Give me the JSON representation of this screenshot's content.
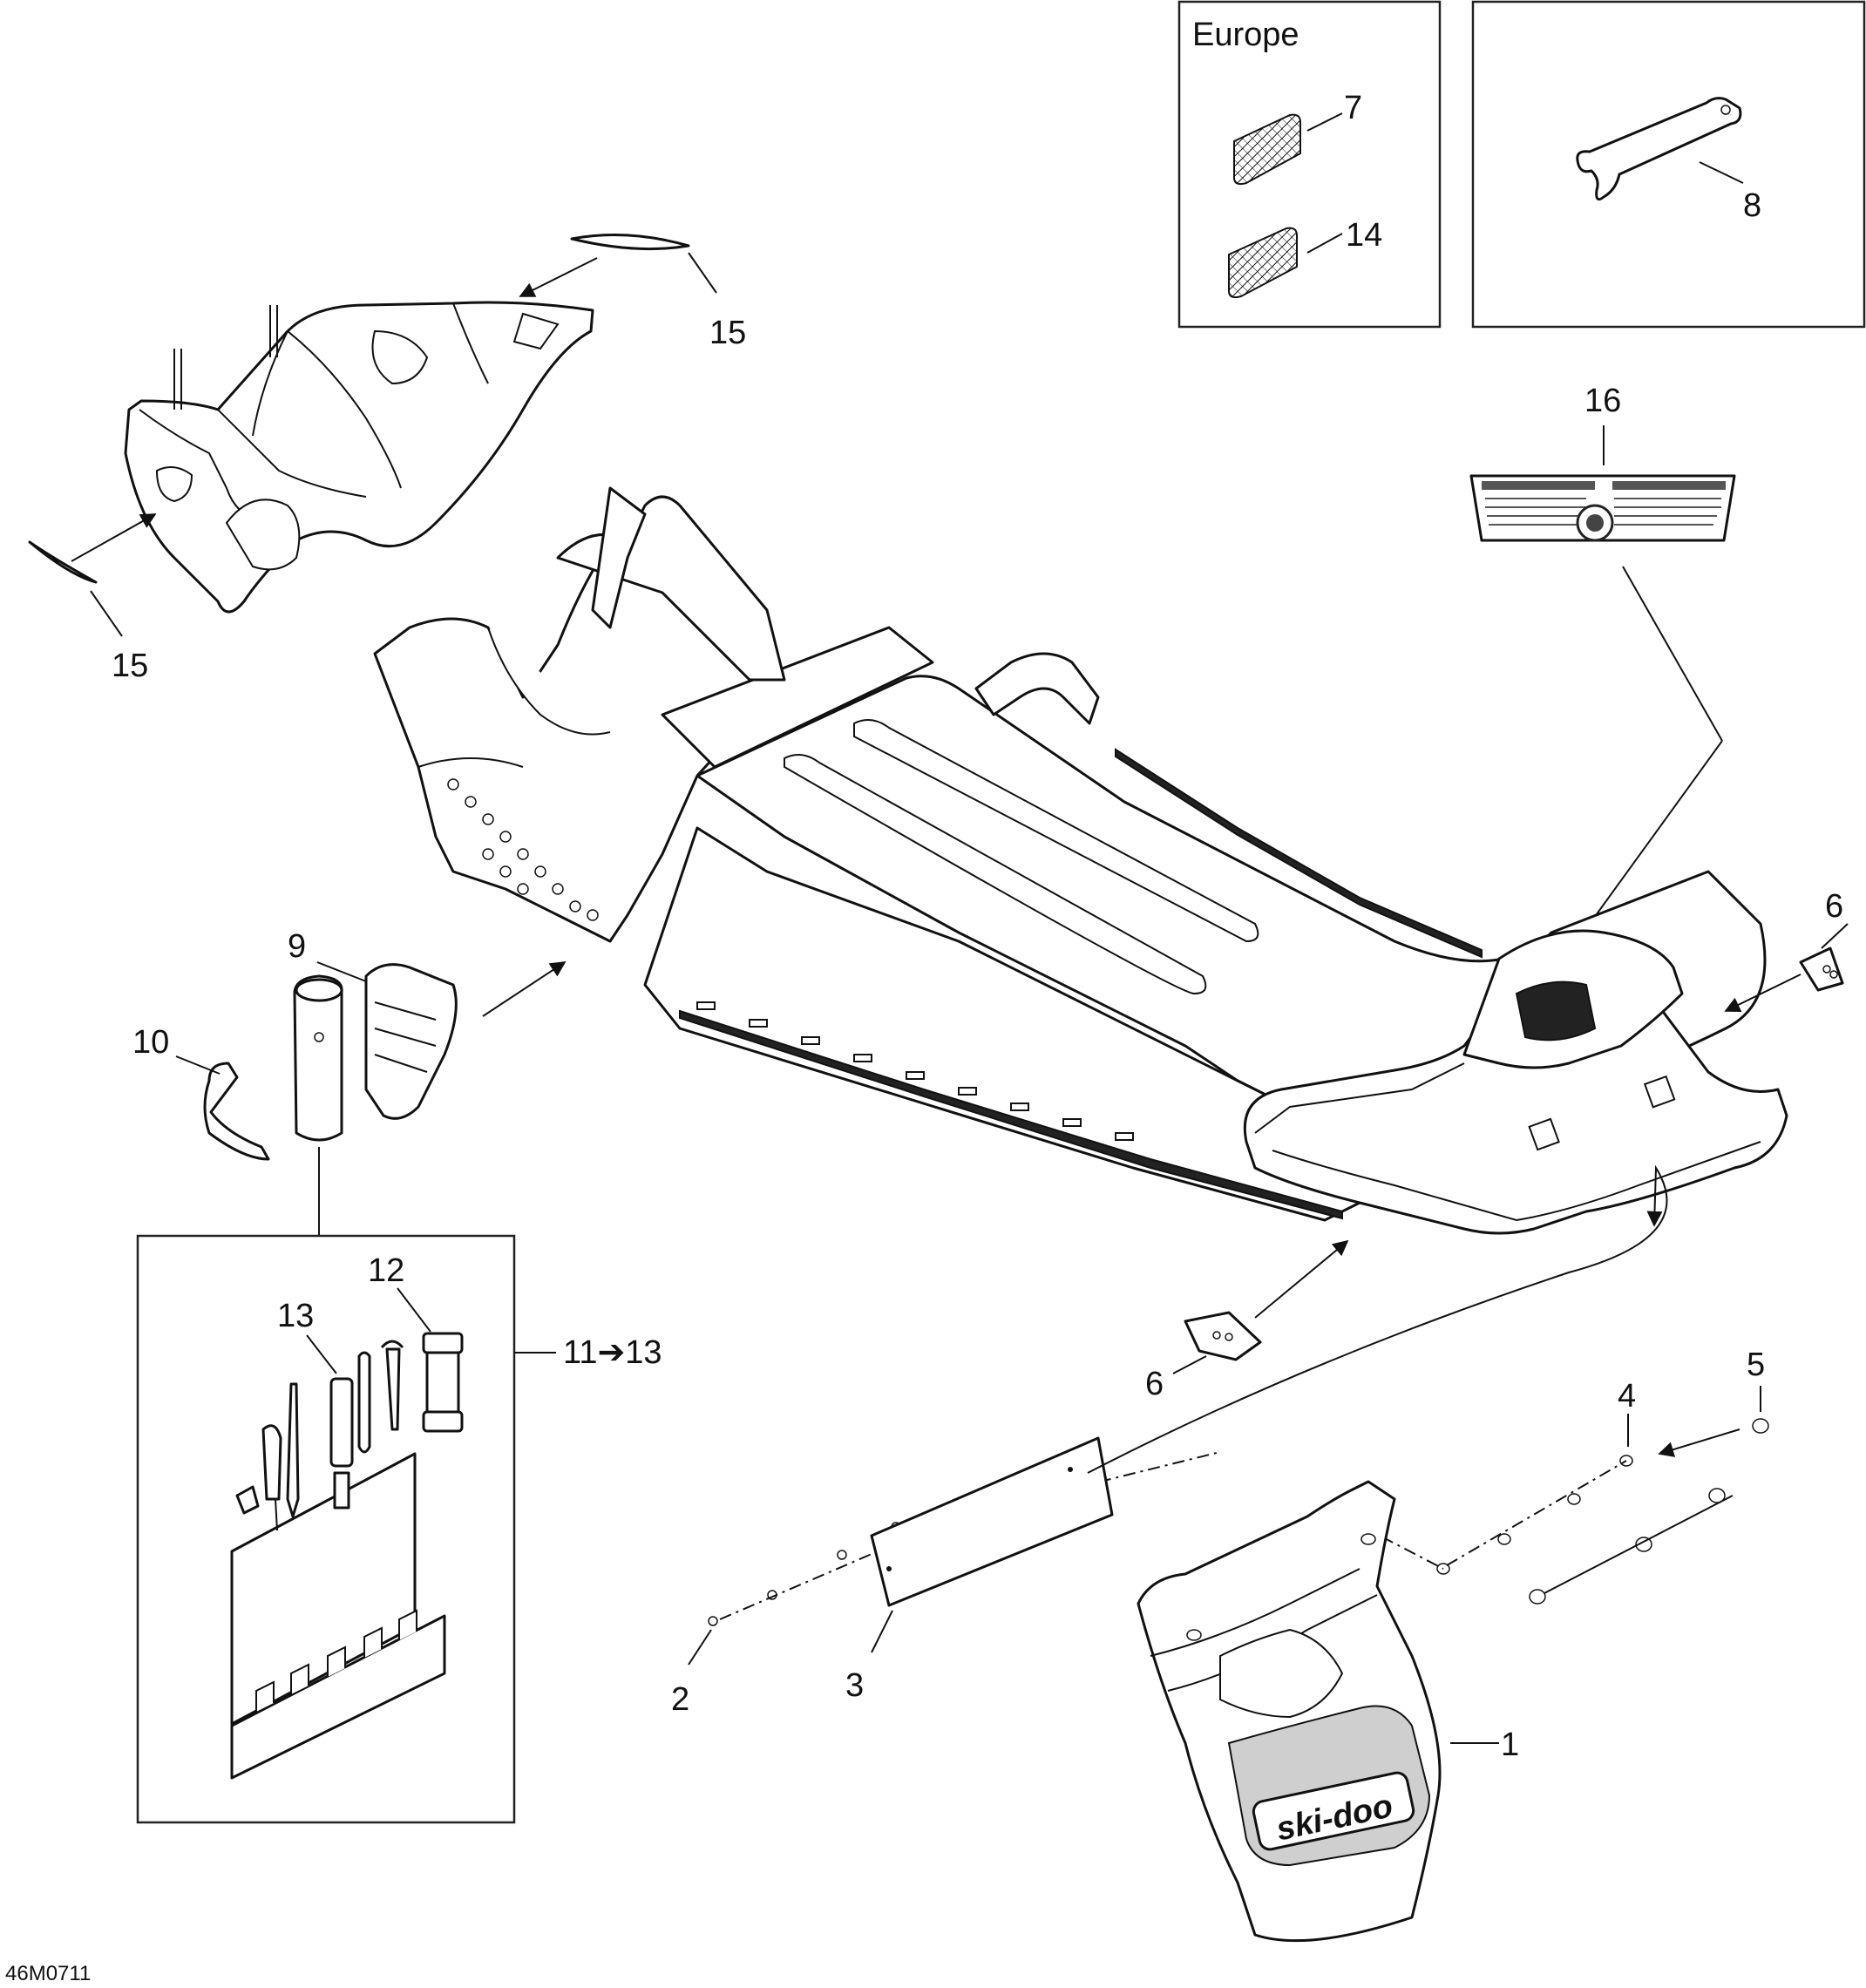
{
  "inset_region_label": "Europe",
  "callouts": {
    "c1": "1",
    "c2": "2",
    "c3": "3",
    "c4": "4",
    "c5": "5",
    "c6a": "6",
    "c6b": "6",
    "c7": "7",
    "c8": "8",
    "c9": "9",
    "c10": "10",
    "c12": "12",
    "c13": "13",
    "c14": "14",
    "c15a": "15",
    "c15b": "15",
    "c16": "16",
    "c11_13": "11➔13"
  },
  "flap_logo": "ski-doo",
  "figure_code": "46M0711"
}
